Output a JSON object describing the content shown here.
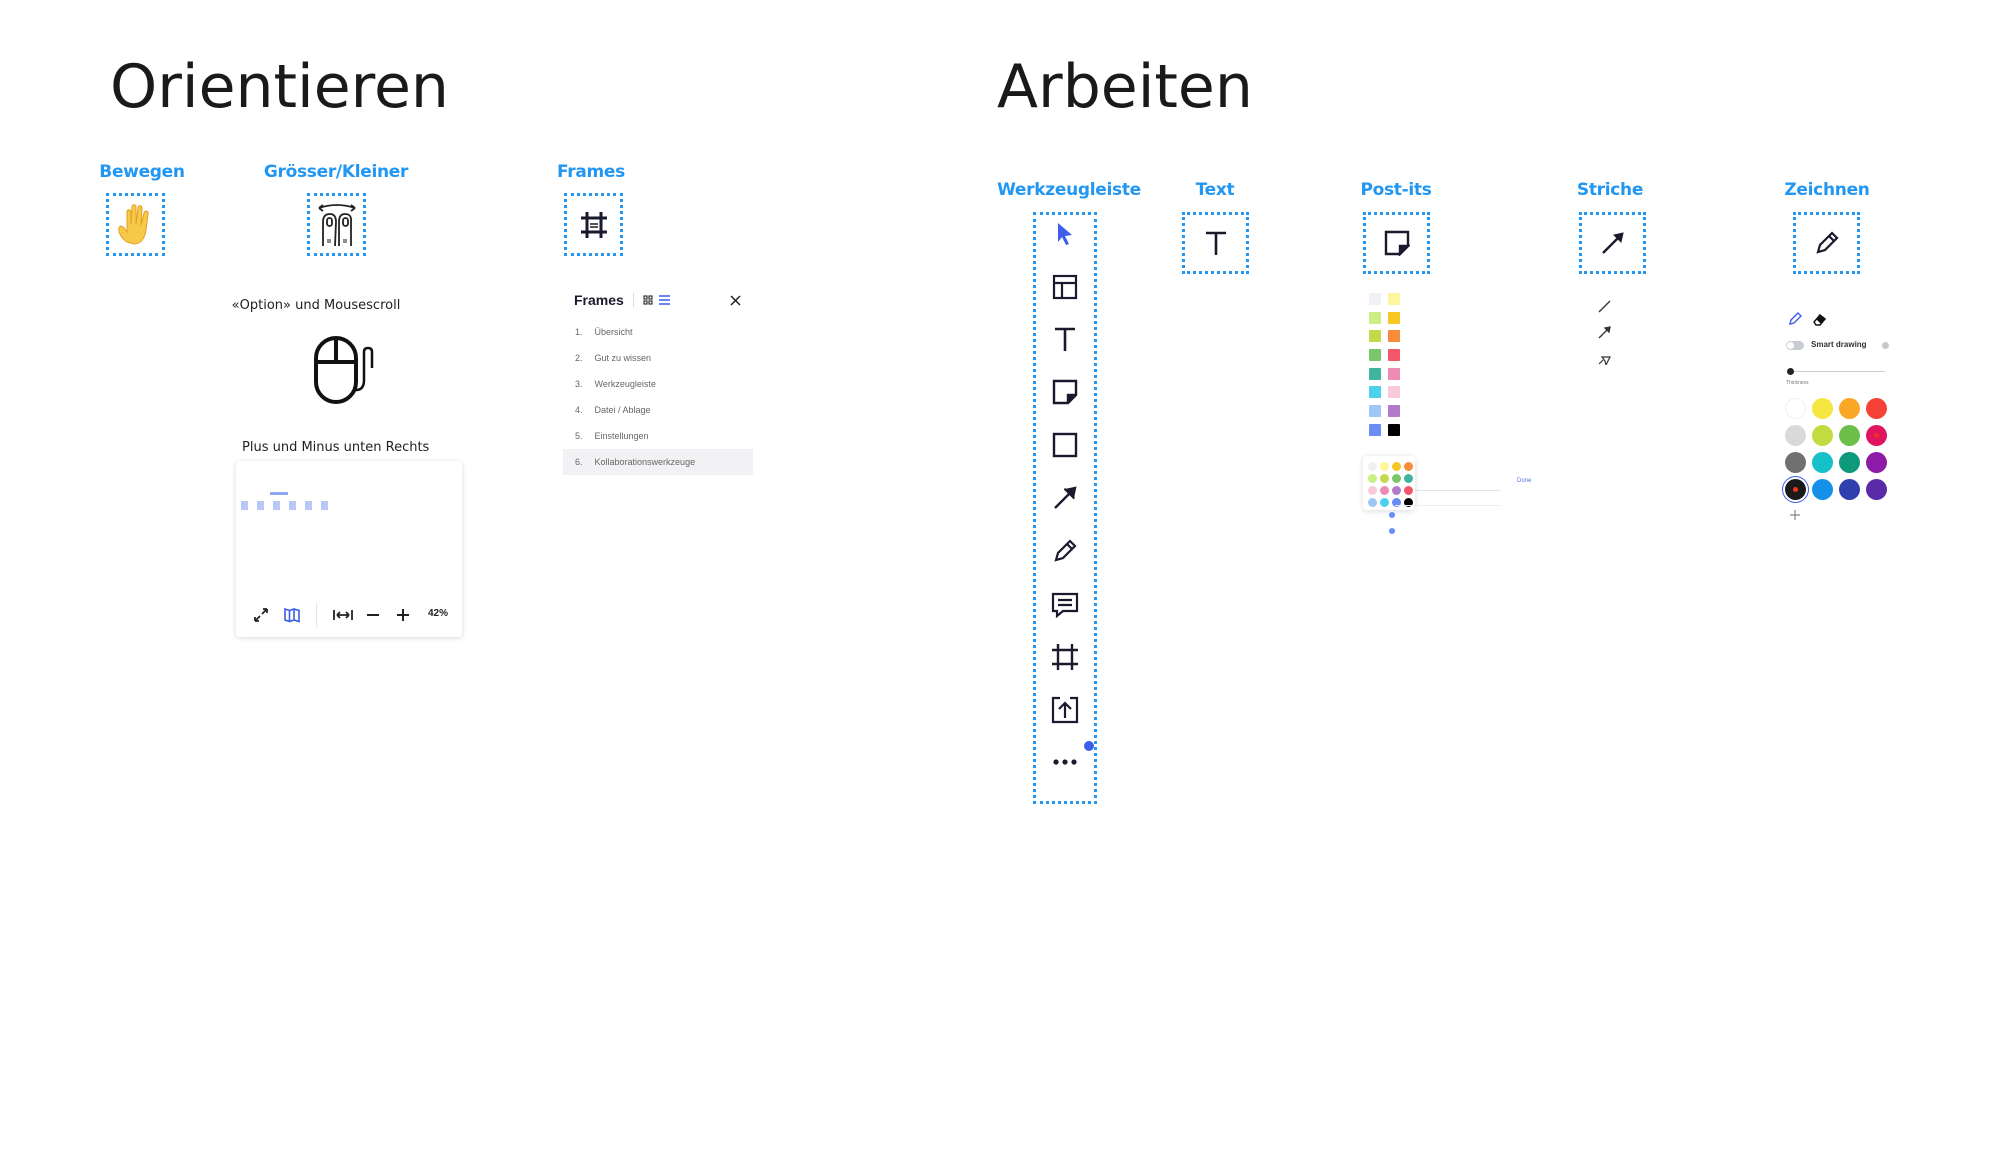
{
  "sections": {
    "orientieren": "Orientieren",
    "arbeiten": "Arbeiten"
  },
  "orientieren": {
    "bewegen": {
      "label": "Bewegen",
      "icon": "hand-icon"
    },
    "groesser": {
      "label": "Grösser/Kleiner",
      "icon": "pinch-zoom-icon",
      "hint1": "«Option» und Mousescroll",
      "hint2": "Plus und Minus unten Rechts"
    },
    "frames": {
      "label": "Frames",
      "icon": "frame-icon"
    },
    "zoom_panel": {
      "zoom_level": "42%"
    },
    "frames_panel": {
      "title": "Frames",
      "items": [
        {
          "num": "1.",
          "label": "Übersicht"
        },
        {
          "num": "2.",
          "label": "Gut zu wissen"
        },
        {
          "num": "3.",
          "label": "Werkzeugleiste"
        },
        {
          "num": "4.",
          "label": "Datei / Ablage"
        },
        {
          "num": "5.",
          "label": "Einstellungen"
        },
        {
          "num": "6.",
          "label": "Kollaborationswerkzeuge",
          "selected": true
        }
      ]
    }
  },
  "arbeiten": {
    "werkzeugleiste": {
      "label": "Werkzeugleiste",
      "tools": [
        "select-icon",
        "templates-icon",
        "text-icon",
        "sticky-note-icon",
        "shape-icon",
        "arrow-icon",
        "pen-icon",
        "comment-icon",
        "frame-icon",
        "upload-icon",
        "more-icon"
      ]
    },
    "text": {
      "label": "Text"
    },
    "postits": {
      "label": "Post-its",
      "colors_left": [
        "#f0f1f4",
        "#c9ef85",
        "#c4d94a",
        "#7ac66a",
        "#3fb5a0",
        "#4fd0ef",
        "#9ec7f5",
        "#6a8cf5"
      ],
      "colors_right": [
        "#fdf69a",
        "#f8c623",
        "#f98b3a",
        "#f5576a",
        "#ee8bb5",
        "#fbc9dc",
        "#b27ac8",
        "#000000"
      ],
      "popup_colors": [
        "#eef0f3",
        "#fdf69a",
        "#f8c623",
        "#f98b3a",
        "#c9ef85",
        "#c4d94a",
        "#7ac66a",
        "#3fb5a0",
        "#fbc9dc",
        "#ee8bb5",
        "#b27ac8",
        "#f5576a",
        "#9ec7f5",
        "#4fd0ef",
        "#6a8cf5",
        "#000000"
      ],
      "done": "Done"
    },
    "striche": {
      "label": "Striche",
      "options": [
        "line-icon",
        "arrow-line-icon",
        "block-arrow-icon"
      ]
    },
    "zeichnen": {
      "label": "Zeichnen",
      "smart_drawing": "Smart drawing",
      "smart_drawing_on": false,
      "thickness": "Thickness",
      "thickness_value": 0,
      "colors": [
        "#ffffff",
        "#f5e642",
        "#f9a825",
        "#f44336",
        "#d9d9d9",
        "#c0dc40",
        "#6cc04a",
        "#e0155f",
        "#707070",
        "#15c0c8",
        "#0e9a7a",
        "#8e1aa8",
        "#1a1a1a",
        "#1391e8",
        "#2f3fae",
        "#5a2aa8"
      ],
      "selected_color": "#1a1a1a"
    }
  },
  "accent": "#2196f3"
}
